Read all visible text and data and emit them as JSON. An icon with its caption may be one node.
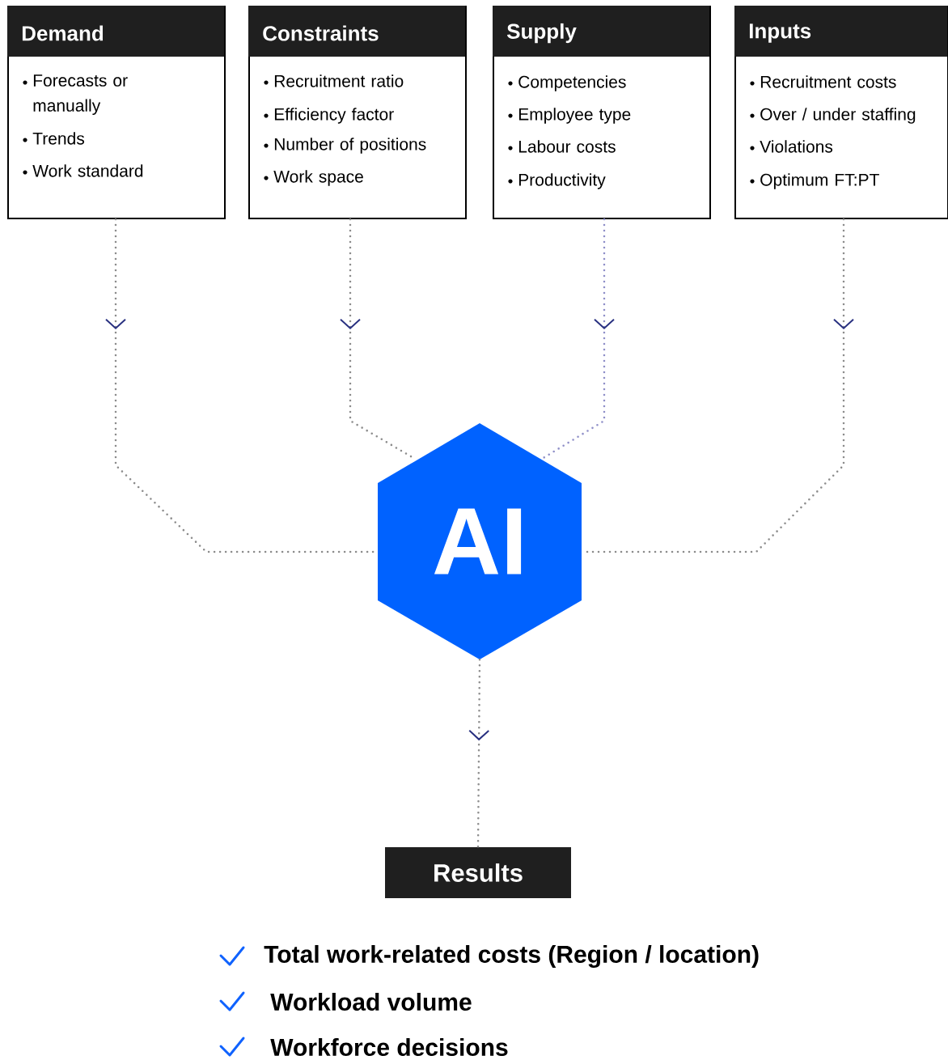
{
  "diagram": {
    "nodes": [
      {
        "text": [
          "Demand",
          "Forecasts or manually",
          "Trends",
          "Work standard"
        ]
      },
      {
        "text": [
          "Constraints",
          "Recruitment ratio",
          "Efficiency factor",
          "Number of positions",
          "Work space"
        ]
      },
      {
        "text": [
          "Supply",
          "Competencies",
          "Employee type",
          "Labour costs",
          "Productivity"
        ]
      },
      {
        "text": [
          "Inputs",
          "Recruitment costs",
          "Over / under staffing",
          "Violations",
          "Optimum FT:PT"
        ]
      },
      {
        "text": [
          "AI"
        ]
      },
      {
        "text": [
          "Results"
        ]
      }
    ],
    "edges": [
      {
        "from": 0,
        "to": 4,
        "arrow": "to"
      },
      {
        "from": 1,
        "to": 4,
        "arrow": "to"
      },
      {
        "from": 2,
        "to": 4,
        "arrow": "to",
        "color": "#8f8fc8"
      },
      {
        "from": 3,
        "to": 4,
        "arrow": "to"
      },
      {
        "from": 4,
        "to": 5,
        "arrow": "to"
      }
    ],
    "labels": [
      "Total work-related costs (Region / location)",
      "Workload volume",
      "Workforce decisions"
    ]
  }
}
